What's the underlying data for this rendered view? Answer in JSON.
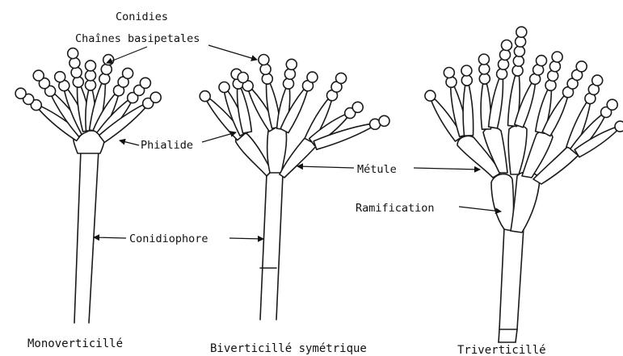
{
  "labels": {
    "conidies": "Conidies",
    "chaines": "Chaînes basipetales",
    "phialide": "Phialide",
    "metule": "Métule",
    "ramification": "Ramification",
    "conidiophore": "Conidiophore"
  },
  "captions": {
    "mono": "Monoverticillé",
    "bi": "Biverticillé symétrique",
    "tri": "Triverticillé"
  },
  "colors": {
    "ink": "#1a1a1a",
    "background": "#ffffff"
  }
}
